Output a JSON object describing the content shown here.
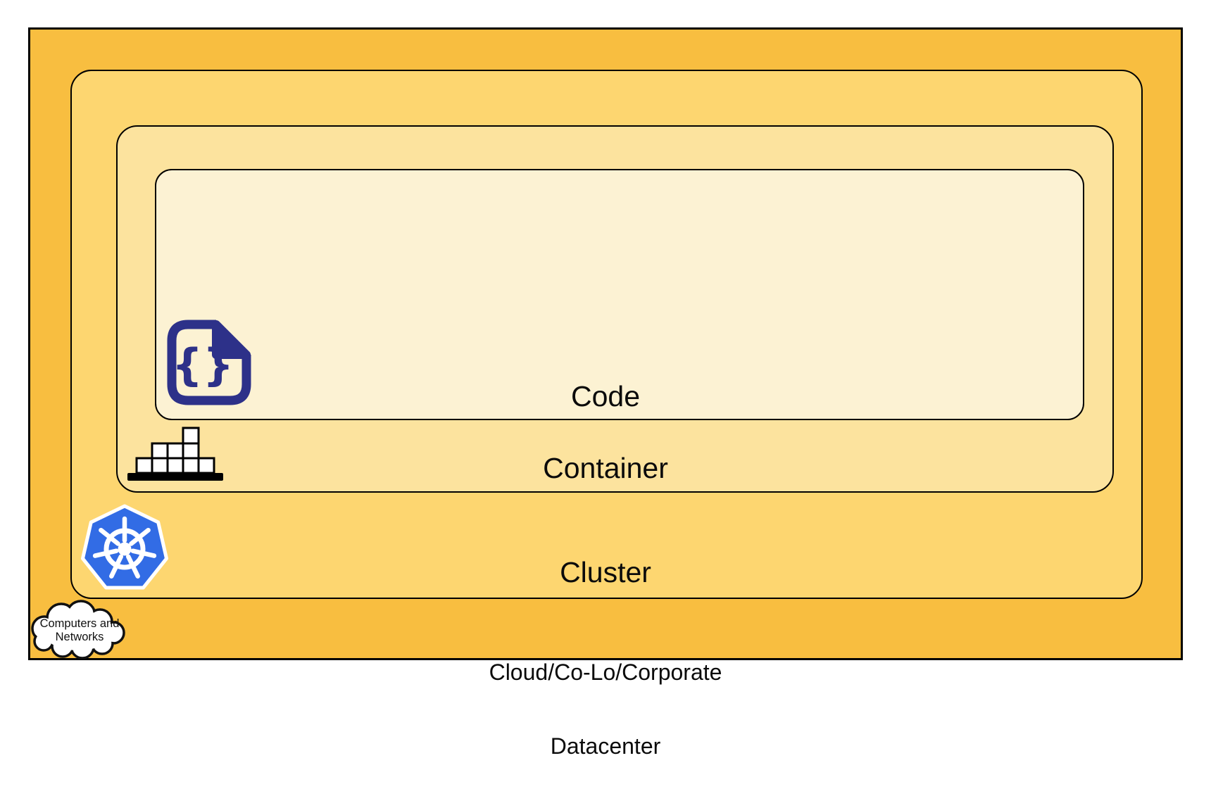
{
  "layers": {
    "code": {
      "label": "Code"
    },
    "container": {
      "label": "Container"
    },
    "cluster": {
      "label": "Cluster"
    },
    "datacenter": {
      "label_line1": "Cloud/Co-Lo/Corporate",
      "label_line2": "Datacenter"
    }
  },
  "cloud_callout": {
    "line1": "Computers and",
    "line2": "Networks"
  },
  "icons": {
    "code": "code-file-braces-icon",
    "code_glyph": "{}",
    "container": "stacked-boxes-icon",
    "cluster": "kubernetes-helm-icon",
    "datacenter": "cloud-icon"
  },
  "colors": {
    "datacenter_fill": "#F8BE40",
    "cluster_fill": "#FDD670",
    "container_fill": "#FCE39E",
    "code_fill": "#FCF2D3",
    "border": "#000000",
    "code_icon_navy": "#2D3189",
    "kubernetes_blue": "#326CE5",
    "icon_white": "#FFFFFF"
  }
}
